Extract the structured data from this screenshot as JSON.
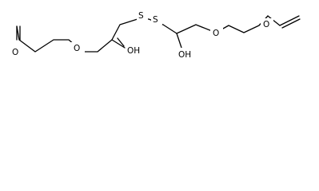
{
  "molecule": {
    "atoms": [
      "O",
      "O",
      "OH",
      "S",
      "S",
      "OH",
      "O",
      "O"
    ]
  }
}
